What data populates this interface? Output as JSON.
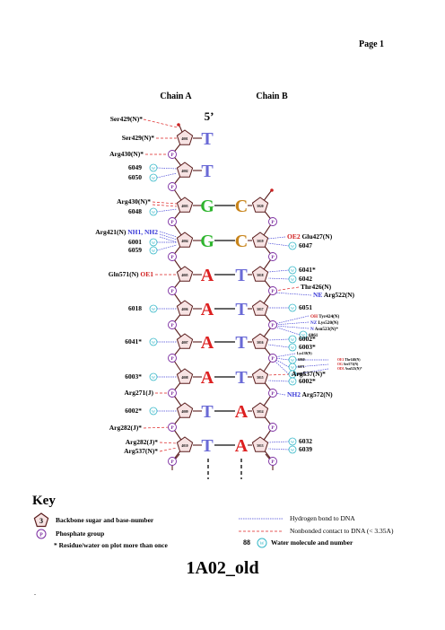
{
  "page": {
    "label": "Page 1",
    "footer_title": "1A02_old",
    "dot": "."
  },
  "headers": {
    "chain_a": "Chain A",
    "chain_b": "Chain B",
    "five_prime": "5’"
  },
  "colors": {
    "T": "#6a6ad6",
    "G": "#2fb52f",
    "C": "#c8841a",
    "A": "#dd2020",
    "sugar_fill": "#f7e3e3",
    "backbone": "#5a1d1d",
    "phosphate": "#7a2aa0",
    "water": "#37b8c8",
    "hbond": "#4a4ad8",
    "nonbond": "#dd2222",
    "red_label": "#d02020",
    "blue_label": "#3a3ad8"
  },
  "pairs": [
    {
      "a_base": "T",
      "a_num": "4001",
      "b_base": "",
      "b_num": ""
    },
    {
      "a_base": "T",
      "a_num": "4002",
      "b_base": "",
      "b_num": ""
    },
    {
      "a_base": "G",
      "a_num": "4003",
      "b_base": "C",
      "b_num": "5020"
    },
    {
      "a_base": "G",
      "a_num": "4004",
      "b_base": "C",
      "b_num": "5019"
    },
    {
      "a_base": "A",
      "a_num": "4005",
      "b_base": "T",
      "b_num": "5018"
    },
    {
      "a_base": "A",
      "a_num": "4006",
      "b_base": "T",
      "b_num": "5017"
    },
    {
      "a_base": "A",
      "a_num": "4007",
      "b_base": "T",
      "b_num": "5016"
    },
    {
      "a_base": "A",
      "a_num": "4008",
      "b_base": "T",
      "b_num": "5015"
    },
    {
      "a_base": "T",
      "a_num": "4009",
      "b_base": "A",
      "b_num": "5014"
    },
    {
      "a_base": "T",
      "a_num": "4010",
      "b_base": "A",
      "b_num": "5013"
    }
  ],
  "left_labels": [
    {
      "text": "Ser429(N)*"
    },
    {
      "text": "Ser429(N)*"
    },
    {
      "text": "Arg430(N)*"
    },
    {
      "text": "6049"
    },
    {
      "text": "6050"
    },
    {
      "text": "Arg430(N)*"
    },
    {
      "text": "6048"
    },
    {
      "pre": "Arg421(N) ",
      "hl": "NH1, NH2"
    },
    {
      "text": "6001"
    },
    {
      "text": "6059"
    },
    {
      "pre": "Gln571(N) ",
      "hl": "OE1"
    },
    {
      "text": "6018"
    },
    {
      "text": "6041*"
    },
    {
      "text": "6003*"
    },
    {
      "text": "Arg271(J)"
    },
    {
      "text": "6002*"
    },
    {
      "text": "Arg282(J)*"
    },
    {
      "text": "Arg282(J)*"
    },
    {
      "text": "Arg537(N)*"
    }
  ],
  "right_labels": [
    {
      "hl": "OE2",
      "post": " Glu427(N)"
    },
    {
      "text": "6047"
    },
    {
      "text": "6041*"
    },
    {
      "text": "6042"
    },
    {
      "text": "Thr426(N)"
    },
    {
      "hl": "NE",
      "post": " Arg522(N)"
    },
    {
      "text": "6051"
    },
    {
      "hl": "OH",
      "post": " Tyr424(N)"
    },
    {
      "hl": "NZ",
      "post": " Lys520(N)"
    },
    {
      "hl": "N",
      "post": " Asn523(N)*"
    },
    {
      "text": "6061"
    },
    {
      "text": "6002*"
    },
    {
      "text": "6003*"
    },
    {
      "text": "Lys138(N)"
    },
    {
      "text": "6060"
    },
    {
      "text": "6071"
    },
    {
      "text": "6068"
    },
    {
      "hl": "OE1",
      "post": " Thr140(N)"
    },
    {
      "hl": "OG",
      "post": " Ser573(N)"
    },
    {
      "hl": "OD1",
      "post": " Asn523(N)*"
    },
    {
      "text": "Arg537(N)*"
    },
    {
      "text": "6002*"
    },
    {
      "hl": "NH2",
      "post": " Arg572(N)"
    },
    {
      "text": "6032"
    },
    {
      "text": "6039"
    }
  ],
  "water_symbol": "W",
  "phosphate_symbol": "P",
  "key": {
    "title": "Key",
    "sugar_num": "3",
    "sugar_text": "Backbone sugar and base-number",
    "phosphate_text": "Phosphate group",
    "star_text": "* Residue/water on plot more than once",
    "hbond_text": "Hydrogen bond to DNA",
    "nonbond_text": "Nonbonded contact to DNA (< 3.35A)",
    "water_num": "88",
    "water_text": "Water molecule and number"
  }
}
